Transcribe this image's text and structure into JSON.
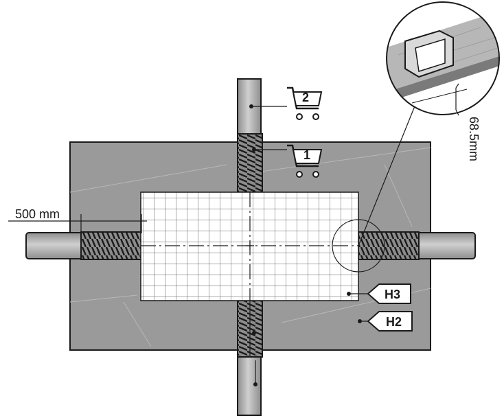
{
  "labels": {
    "gap": "500 mm",
    "profile_height": "68.5mm",
    "cart_top": "2",
    "cart_bottom": "1",
    "tag_upper": "H3",
    "tag_lower": "H2"
  },
  "colors": {
    "slab": "#9a9a9a",
    "pipe": "#a9a9a9",
    "outline": "#1a1a1a",
    "mesh": "#ffffff",
    "sleeve": "#6a6a6a"
  }
}
